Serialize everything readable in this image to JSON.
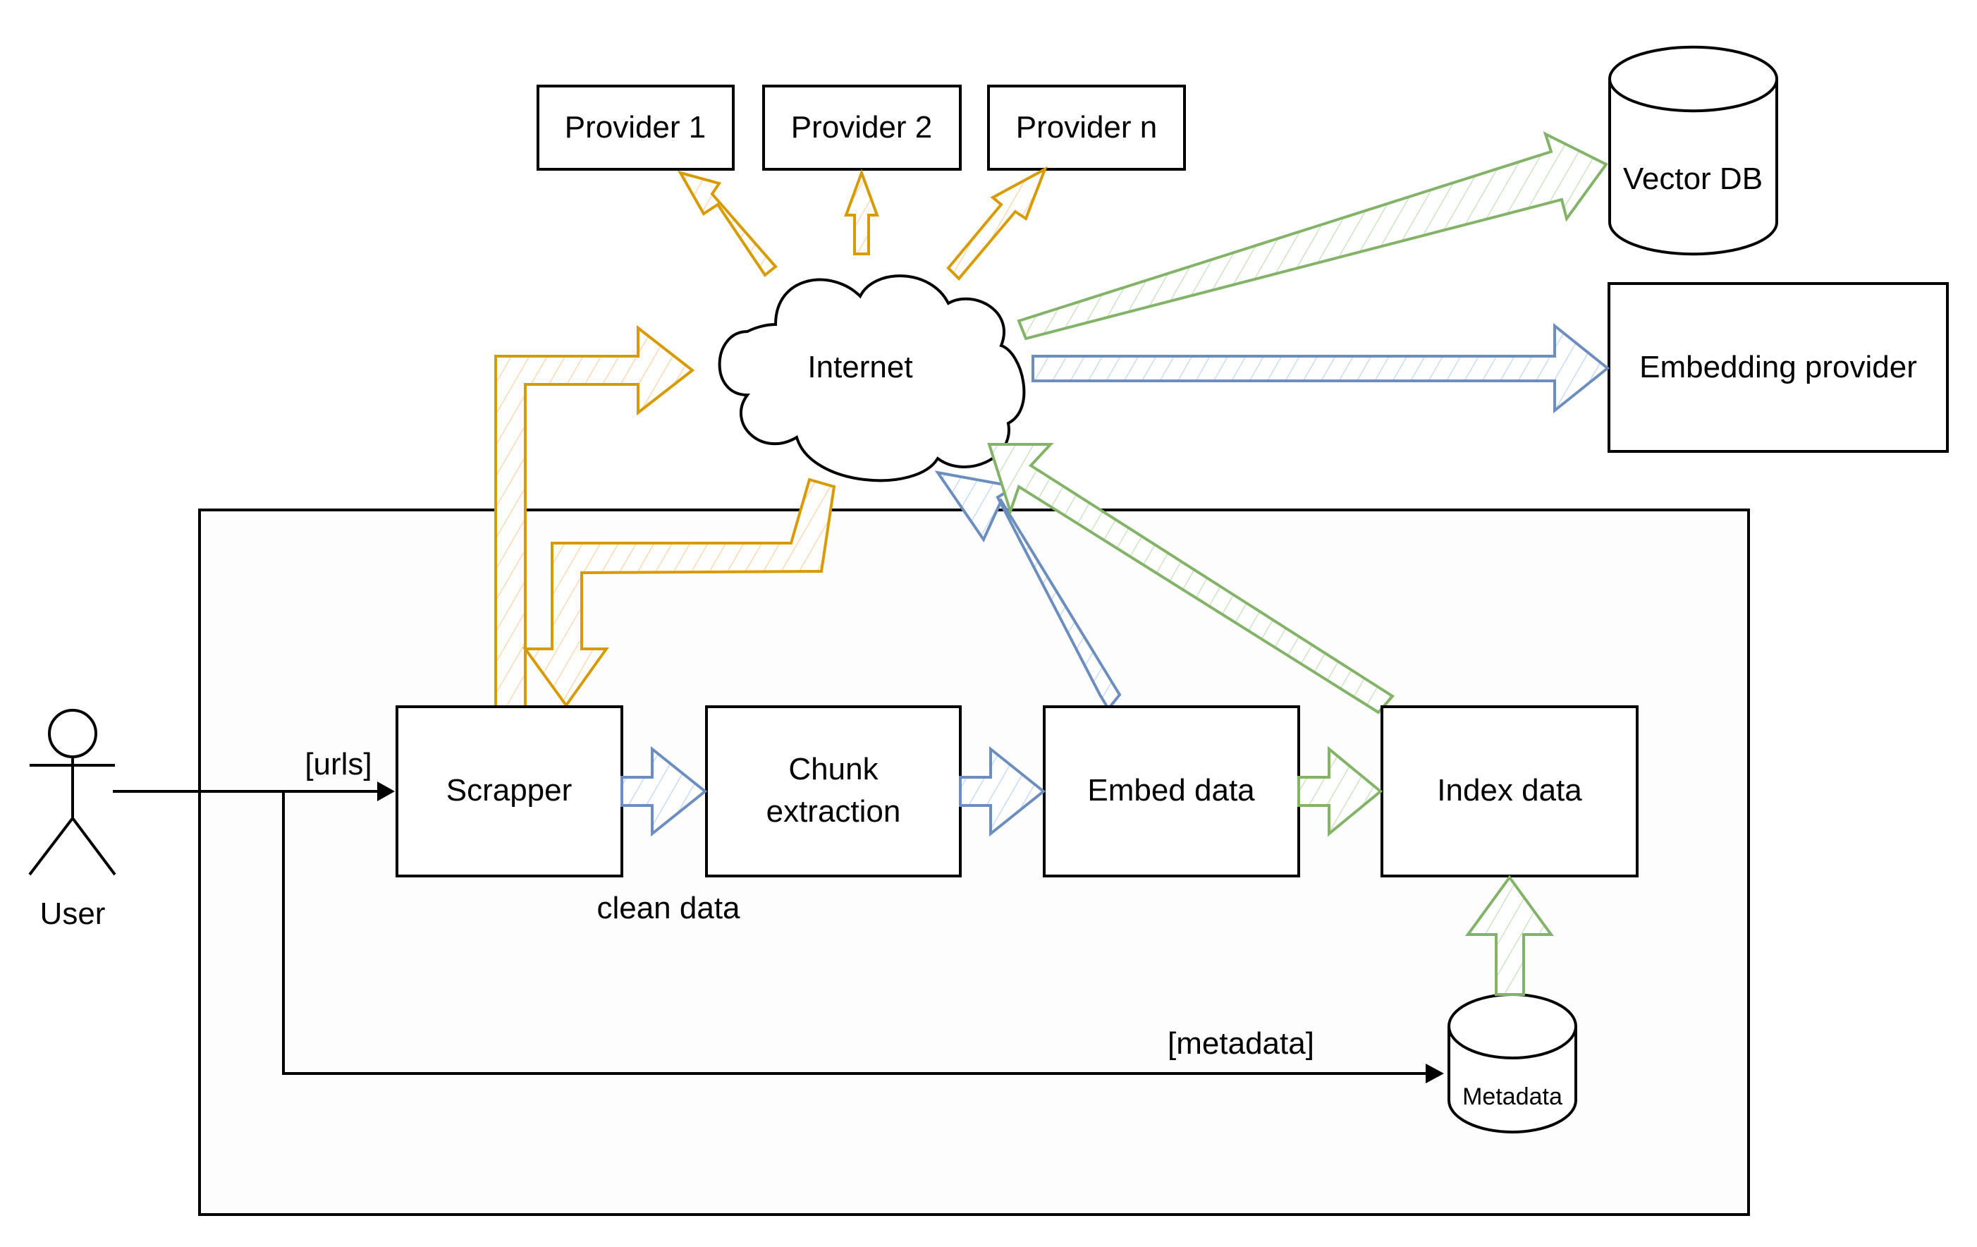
{
  "diagram": {
    "providers": [
      {
        "label": "Provider 1"
      },
      {
        "label": "Provider 2"
      },
      {
        "label": "Provider n"
      }
    ],
    "internet": {
      "label": "Internet"
    },
    "vector_db": {
      "label": "Vector DB"
    },
    "embedding_provider": {
      "label": "Embedding provider"
    },
    "user": {
      "label": "User"
    },
    "pipeline": [
      {
        "label_line1": "Scrapper",
        "label_line2": ""
      },
      {
        "label_line1": "Chunk",
        "label_line2": "extraction"
      },
      {
        "label_line1": "Embed data",
        "label_line2": ""
      },
      {
        "label_line1": "Index data",
        "label_line2": ""
      }
    ],
    "metadata_store": {
      "label": "Metadata"
    },
    "edge_labels": {
      "urls": "[urls]",
      "clean_data": "clean data",
      "metadata": "[metadata]"
    },
    "colors": {
      "orange": "#d79b00",
      "blue": "#6c8ebf",
      "green": "#82b366",
      "stroke": "#000000"
    }
  }
}
